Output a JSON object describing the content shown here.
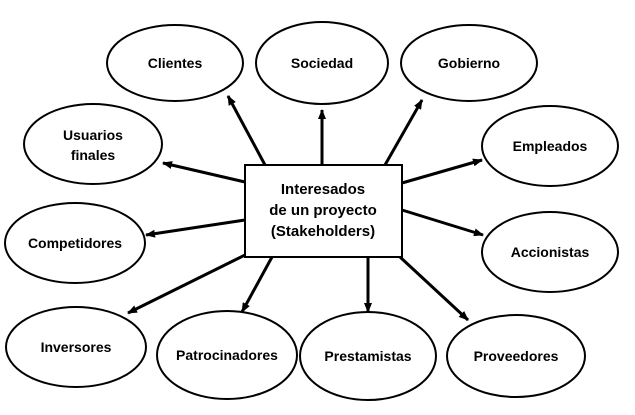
{
  "center": {
    "lines": [
      "Interesados",
      "de un proyecto",
      "(Stakeholders)"
    ]
  },
  "stakeholders": [
    {
      "id": "clientes",
      "lines": [
        "Clientes"
      ]
    },
    {
      "id": "sociedad",
      "lines": [
        "Sociedad"
      ]
    },
    {
      "id": "gobierno",
      "lines": [
        "Gobierno"
      ]
    },
    {
      "id": "usuarios-finales",
      "lines": [
        "Usuarios",
        "finales"
      ]
    },
    {
      "id": "empleados",
      "lines": [
        "Empleados"
      ]
    },
    {
      "id": "competidores",
      "lines": [
        "Competidores"
      ]
    },
    {
      "id": "accionistas",
      "lines": [
        "Accionistas"
      ]
    },
    {
      "id": "inversores",
      "lines": [
        "Inversores"
      ]
    },
    {
      "id": "patrocinadores",
      "lines": [
        "Patrocinadores"
      ]
    },
    {
      "id": "prestamistas",
      "lines": [
        "Prestamistas"
      ]
    },
    {
      "id": "proveedores",
      "lines": [
        "Proveedores"
      ]
    }
  ]
}
